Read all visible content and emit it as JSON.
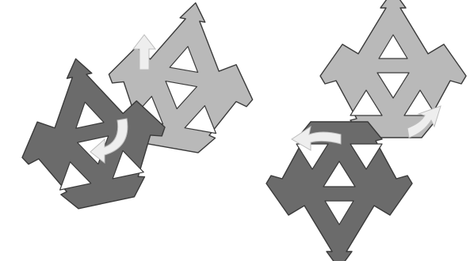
{
  "colors": {
    "background": "#ffffff",
    "light_piece": "#b9b9b9",
    "dark_piece": "#6b6b6b",
    "hole": "#ffffff",
    "arrow": "#eeeeee",
    "outline": "#3a3a3a"
  },
  "figures": [
    {
      "name": "left-assembly",
      "pieces": [
        "light-piece",
        "dark-piece"
      ],
      "arrows": [
        "up-arrow",
        "curved-down-arrow"
      ]
    },
    {
      "name": "right-assembly",
      "pieces": [
        "light-piece",
        "dark-piece"
      ],
      "arrows": [
        "left-curved-arrow",
        "right-curved-arrow"
      ]
    }
  ]
}
